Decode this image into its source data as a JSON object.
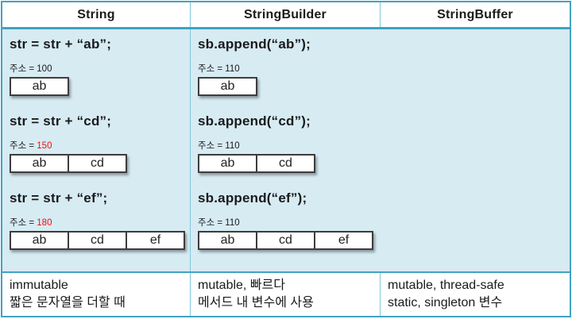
{
  "header": {
    "columns": [
      "String",
      "StringBuilder",
      "StringBuffer"
    ]
  },
  "string_column": {
    "steps": [
      {
        "code": "str = str + “ab”;",
        "addr_label": "주소 =",
        "addr_value": "100",
        "cells": [
          "ab"
        ]
      },
      {
        "code": "str = str + “cd”;",
        "addr_label": "주소 =",
        "addr_value": "150",
        "cells": [
          "ab",
          "cd"
        ]
      },
      {
        "code": "str = str + “ef”;",
        "addr_label": "주소 =",
        "addr_value": "180",
        "cells": [
          "ab",
          "cd",
          "ef"
        ]
      }
    ]
  },
  "builder_column": {
    "steps": [
      {
        "code": "sb.append(“ab”);",
        "addr_label": "주소 =",
        "addr_value": "110",
        "cells": [
          "ab"
        ]
      },
      {
        "code": "sb.append(“cd”);",
        "addr_label": "주소 =",
        "addr_value": "110",
        "cells": [
          "ab",
          "cd"
        ]
      },
      {
        "code": "sb.append(“ef”);",
        "addr_label": "주소 =",
        "addr_value": "110",
        "cells": [
          "ab",
          "cd",
          "ef"
        ]
      }
    ]
  },
  "footer": {
    "string": {
      "line1": "immutable",
      "line2": "짧은 문자열을 더할 때"
    },
    "builder": {
      "line1": "mutable, 빠르다",
      "line2": "메서드 내 변수에 사용"
    },
    "buffer": {
      "line1": "mutable, thread-safe",
      "line2": "static, singleton 변수"
    }
  },
  "colors": {
    "border_teal": "#3fa3c2",
    "divider_teal": "#7fc8db",
    "content_bg": "#d7ebf3",
    "addr_highlight_red": "#ee1111",
    "box_border": "#3d3d3d"
  }
}
